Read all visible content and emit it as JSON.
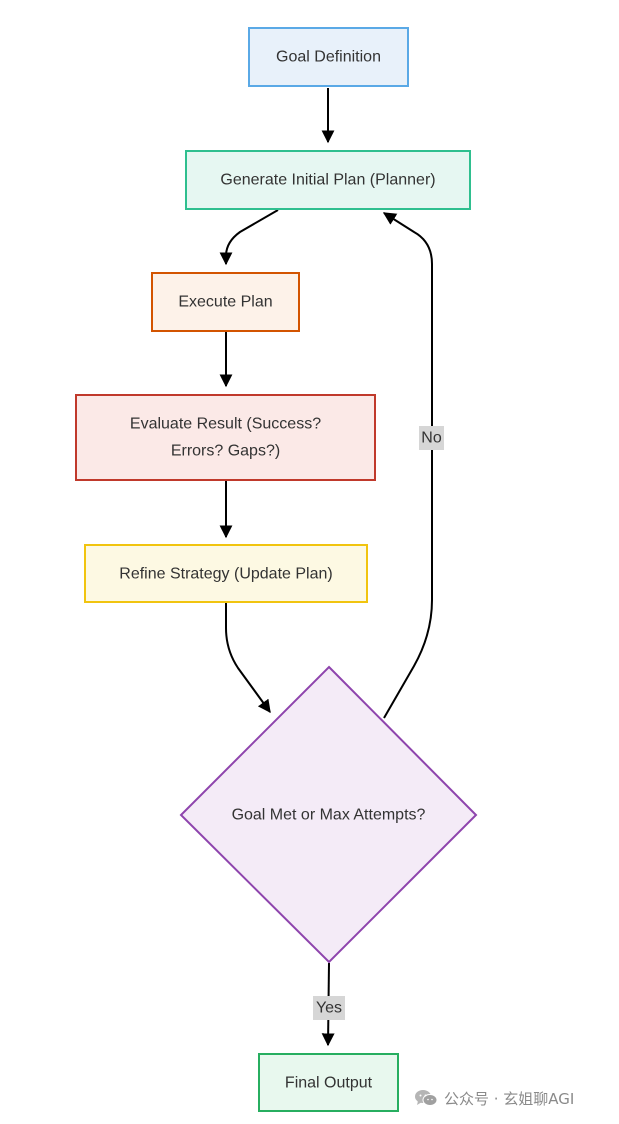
{
  "nodes": {
    "goal_definition": "Goal Definition",
    "generate_plan": "Generate Initial Plan (Planner)",
    "execute_plan": "Execute Plan",
    "evaluate_line1": "Evaluate Result (Success?",
    "evaluate_line2": "Errors? Gaps?)",
    "refine_strategy": "Refine Strategy (Update Plan)",
    "decision": "Goal Met or Max Attempts?",
    "final_output": "Final Output"
  },
  "edges": {
    "no_label": "No",
    "yes_label": "Yes"
  },
  "watermark": {
    "text": "公众号 · 玄姐聊AGI",
    "logo_icon": "wechat-logo-icon"
  },
  "colors": {
    "goal_fill": "#e8f1fa",
    "goal_stroke": "#5aa9e6",
    "plan_fill": "#e6f7f2",
    "plan_stroke": "#2fbf8f",
    "execute_fill": "#fdf2e9",
    "execute_stroke": "#d35400",
    "evaluate_fill": "#fbe9e7",
    "evaluate_stroke": "#c0392b",
    "refine_fill": "#fdf9e3",
    "refine_stroke": "#f1c40f",
    "decision_fill": "#f4ebf7",
    "decision_stroke": "#8e44ad",
    "final_fill": "#e8f8ee",
    "final_stroke": "#27ae60",
    "edge_label_bg": "#d6d6d6"
  }
}
